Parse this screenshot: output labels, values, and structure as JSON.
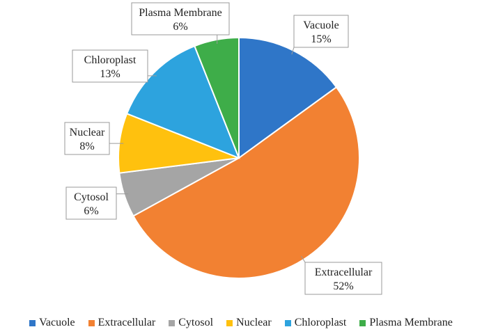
{
  "chart_data": {
    "type": "pie",
    "slices": [
      {
        "name": "Vacuole",
        "value": 15,
        "label": "15%",
        "color": "#2F76C8"
      },
      {
        "name": "Extracellular",
        "value": 52,
        "label": "52%",
        "color": "#F28132"
      },
      {
        "name": "Cytosol",
        "value": 6,
        "label": "6%",
        "color": "#A5A5A5"
      },
      {
        "name": "Nuclear",
        "value": 8,
        "label": "8%",
        "color": "#FFC10E"
      },
      {
        "name": "Chloroplast",
        "value": 13,
        "label": "13%",
        "color": "#2DA3DE"
      },
      {
        "name": "Plasma Membrane",
        "value": 6,
        "label": "6%",
        "color": "#3EAD49"
      }
    ],
    "legend_position": "bottom",
    "data_labels": "callout boxes with category name and percentage"
  }
}
